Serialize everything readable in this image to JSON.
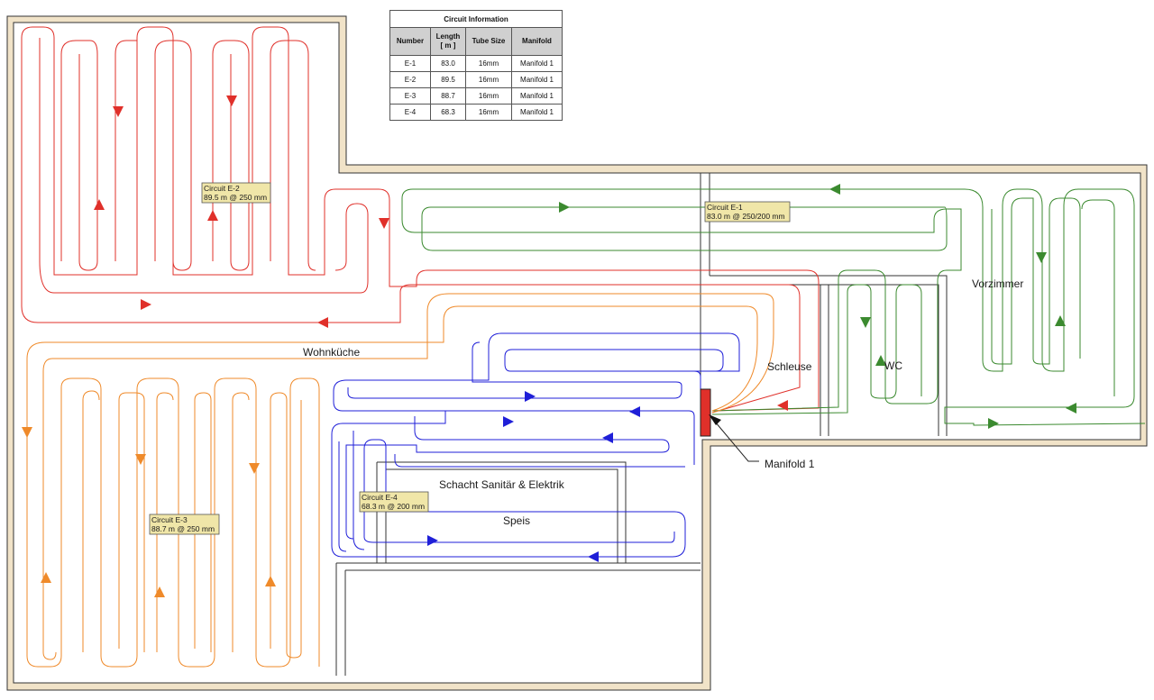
{
  "table": {
    "title": "Circuit Information",
    "headers": [
      "Number",
      "Length\n[ m ]",
      "Tube Size",
      "Manifold"
    ],
    "rows": [
      [
        "E-1",
        "83.0",
        "16mm",
        "Manifold 1"
      ],
      [
        "E-2",
        "89.5",
        "16mm",
        "Manifold 1"
      ],
      [
        "E-3",
        "88.7",
        "16mm",
        "Manifold 1"
      ],
      [
        "E-4",
        "68.3",
        "16mm",
        "Manifold 1"
      ]
    ]
  },
  "rooms": {
    "wohnkueche": "Wohnküche",
    "schleuse": "Schleuse",
    "wc": "WC",
    "vorzimmer": "Vorzimmer",
    "schacht": "Schacht Sanitär & Elektrik",
    "speis": "Speis"
  },
  "circuits": {
    "e1": {
      "name": "Circuit E-1",
      "spec": "83.0 m @ 250/200 mm",
      "color": "#3b8a2f"
    },
    "e2": {
      "name": "Circuit E-2",
      "spec": "89.5 m @ 250 mm",
      "color": "#e0302a"
    },
    "e3": {
      "name": "Circuit E-3",
      "spec": "88.7 m @ 250 mm",
      "color": "#ef8a2a"
    },
    "e4": {
      "name": "Circuit E-4",
      "spec": "68.3 m @ 200 mm",
      "color": "#1f1fd8"
    }
  },
  "manifold": {
    "label": "Manifold 1",
    "color": "#e0302a"
  },
  "colors": {
    "wall_fill": "#f1e3c8",
    "wall_stroke": "#333333",
    "tag_fill": "#f0e6a8"
  }
}
